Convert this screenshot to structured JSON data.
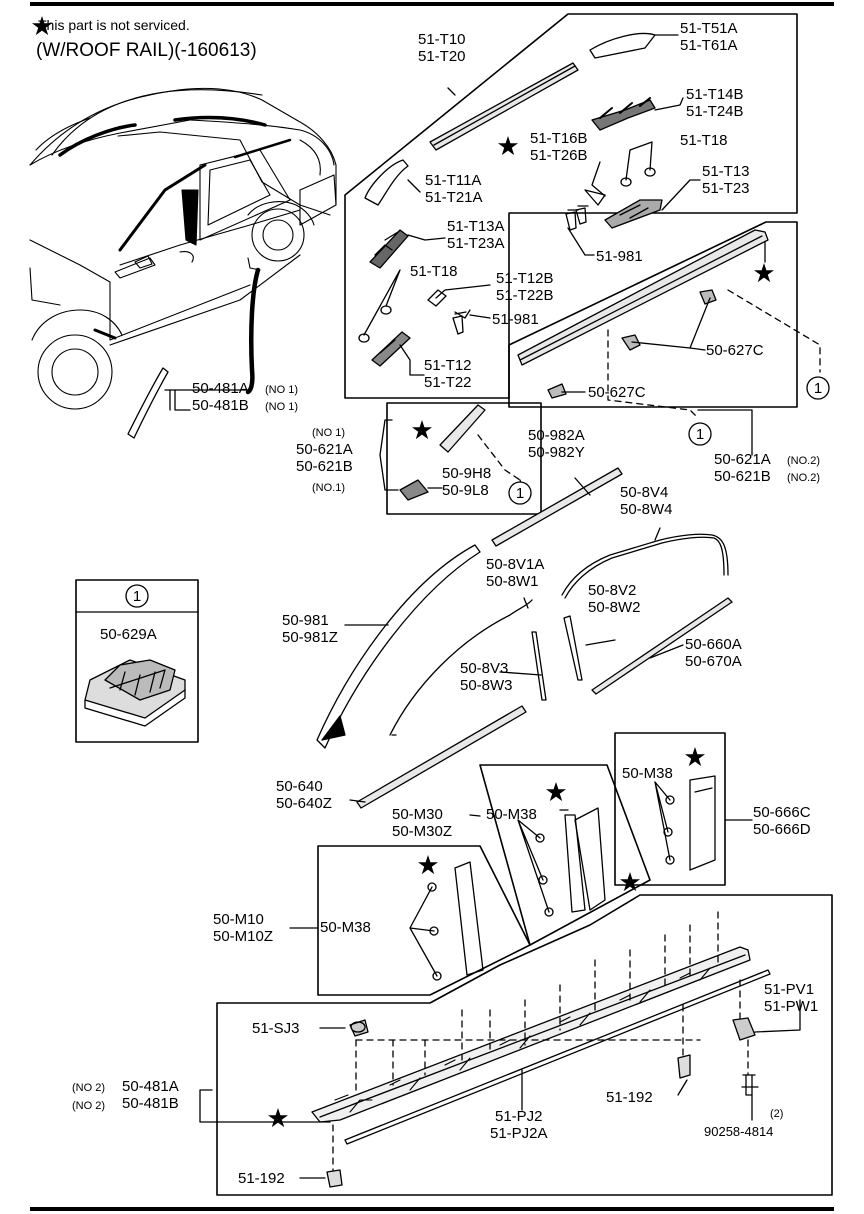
{
  "header": {
    "star_note": "This part is not serviced.",
    "variant": "(W/ROOF RAIL)(-160613)"
  },
  "legend_box": {
    "callout": "1",
    "part": "50-629A"
  },
  "callout_symbol": "1",
  "labels": {
    "t10": [
      "51-T10",
      "51-T20"
    ],
    "t51": [
      "51-T51A",
      "51-T61A"
    ],
    "t14": [
      "51-T14B",
      "51-T24B"
    ],
    "t16": [
      "51-T16B",
      "51-T26B"
    ],
    "t18a": "51-T18",
    "t11": [
      "51-T11A",
      "51-T21A"
    ],
    "t13": [
      "51-T13",
      "51-T23"
    ],
    "t13a": [
      "51-T13A",
      "51-T23A"
    ],
    "p981a": "51-981",
    "t18b": "51-T18",
    "t12b": [
      "51-T12B",
      "51-T22B"
    ],
    "p981b": "51-981",
    "t12": [
      "51-T12",
      "51-T22"
    ],
    "c627a": "50-627C",
    "c627b": "50-627C",
    "p481": [
      "50-481A",
      "50-481B"
    ],
    "p481_note": [
      "(NO 1)",
      "(NO 1)"
    ],
    "p621_1_note_top": "(NO 1)",
    "p621_1": [
      "50-621A",
      "50-621B"
    ],
    "p621_1_note_bottom": "(NO.1)",
    "p9h8": [
      "50-9H8",
      "50-9L8"
    ],
    "p982": [
      "50-982A",
      "50-982Y"
    ],
    "p621_2": [
      "50-621A",
      "50-621B"
    ],
    "p621_2_note": [
      "(NO.2)",
      "(NO.2)"
    ],
    "p8v4": [
      "50-8V4",
      "50-8W4"
    ],
    "p8v1": [
      "50-8V1A",
      "50-8W1"
    ],
    "p8v2": [
      "50-8V2",
      "50-8W2"
    ],
    "p981": [
      "50-981",
      "50-981Z"
    ],
    "p660": [
      "50-660A",
      "50-670A"
    ],
    "p8v3": [
      "50-8V3",
      "50-8W3"
    ],
    "p640": [
      "50-640",
      "50-640Z"
    ],
    "m38a": "50-M38",
    "m30": [
      "50-M30",
      "50-M30Z"
    ],
    "m38b": "50-M38",
    "p666": [
      "50-666C",
      "50-666D"
    ],
    "m10": [
      "50-M10",
      "50-M10Z"
    ],
    "m38c": "50-M38",
    "pv1": [
      "51-PV1",
      "51-PW1"
    ],
    "sj3": "51-SJ3",
    "p192a": "51-192",
    "p481b_note": [
      "(NO 2)",
      "(NO 2)"
    ],
    "p481b": [
      "50-481A",
      "50-481B"
    ],
    "pj2": [
      "51-PJ2",
      "51-PJ2A"
    ],
    "bolt_qty": "(2)",
    "bolt": "90258-4814",
    "p192b": "51-192"
  },
  "colors": {
    "ink": "#000000",
    "paper": "#ffffff",
    "part_fill": "#e8e8e8"
  }
}
